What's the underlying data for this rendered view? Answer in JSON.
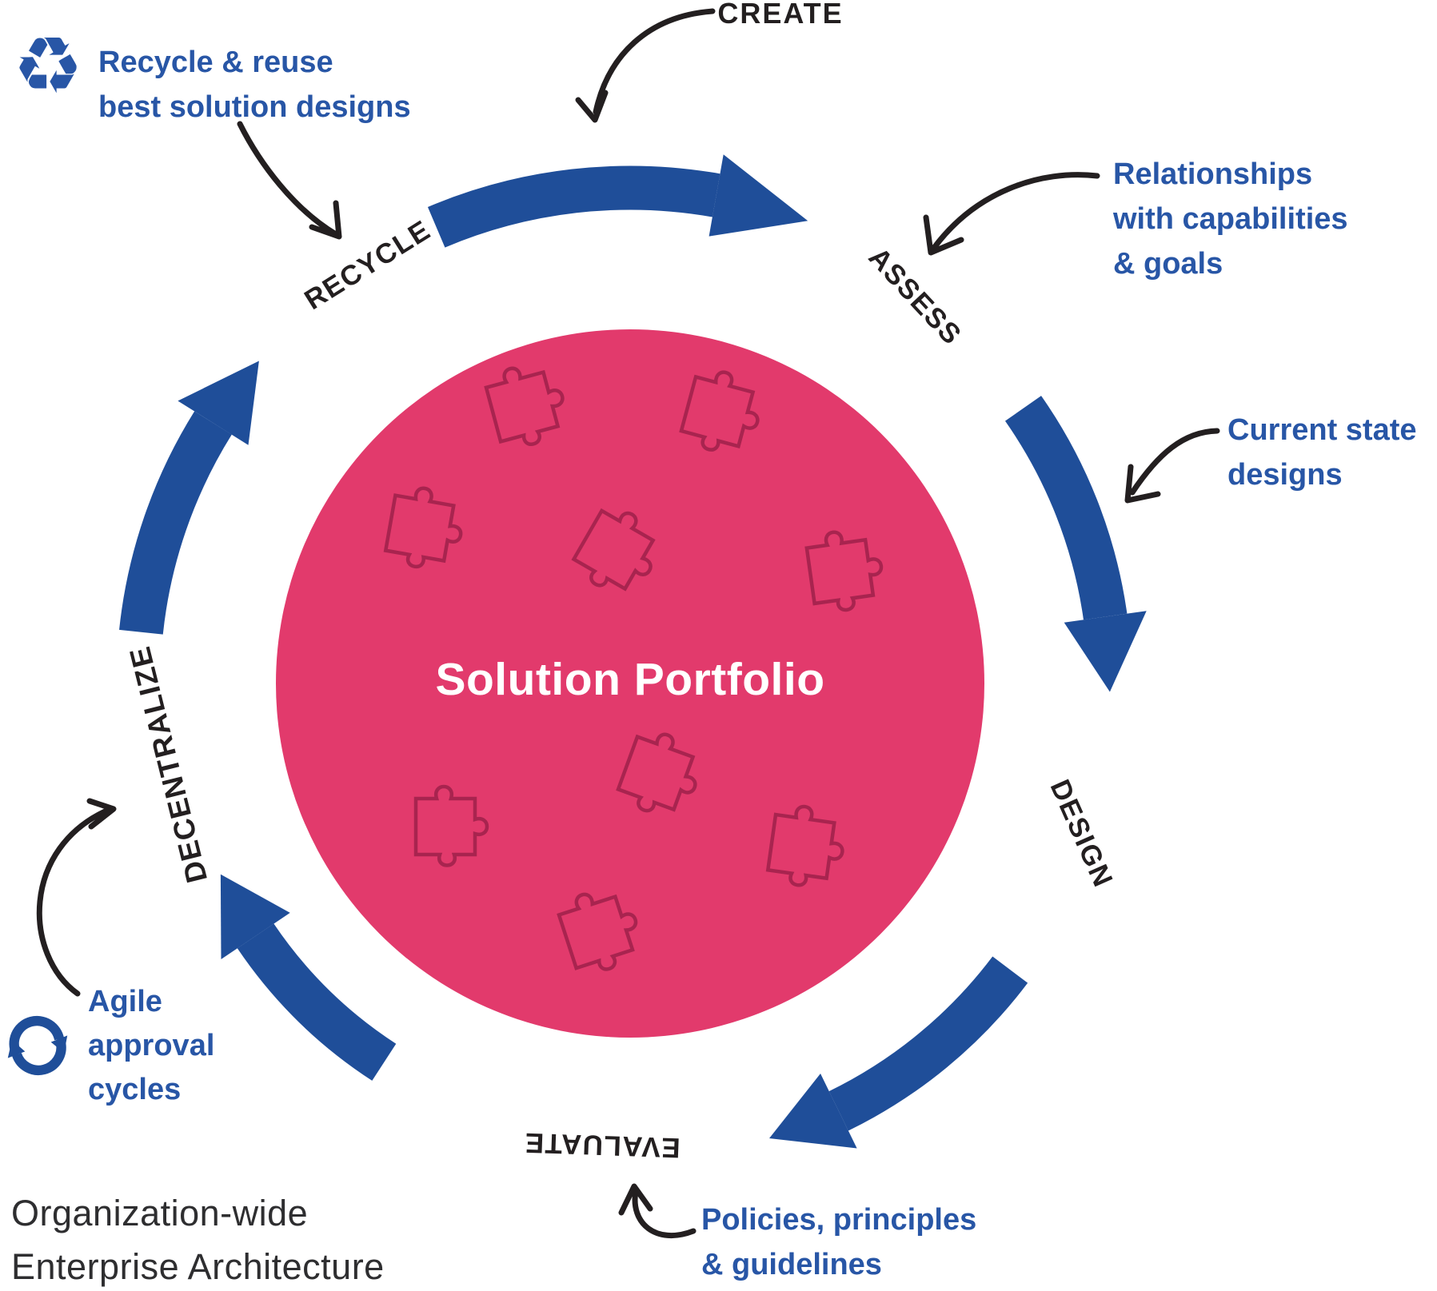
{
  "colors": {
    "background": "#ffffff",
    "circle_pink": "#e23a6c",
    "puzzle_outline": "#a8244f",
    "arrow_blue": "#1f4e99",
    "note_blue": "#2856a6",
    "label_black": "#231f20",
    "footer_text": "#2e2e30",
    "center_text": "#ffffff"
  },
  "center": {
    "label": "Solution Portfolio"
  },
  "stages": {
    "create": "CREATE",
    "recycle": "RECYCLE",
    "assess": "ASSESS",
    "design": "DESIGN",
    "evaluate": "EVALUATE",
    "decentralize": "DECENTRALIZE"
  },
  "notes": {
    "recycle_reuse": {
      "line1": "Recycle & reuse",
      "line2": "best solution designs"
    },
    "relationships": {
      "line1": "Relationships",
      "line2": "with capabilities",
      "line3": "& goals"
    },
    "current_state": {
      "line1": "Current state",
      "line2": "designs"
    },
    "policies": {
      "line1": "Policies, principles",
      "line2": "& guidelines"
    },
    "agile": {
      "line1": "Agile",
      "line2": "approval",
      "line3": "cycles"
    }
  },
  "footer": {
    "line1": "Organization-wide",
    "line2": "Enterprise Architecture"
  },
  "icons": {
    "recycle": {
      "name": "recycle-icon",
      "glyph": "♻"
    },
    "agile_cycle": {
      "name": "cycle-arrows-icon"
    }
  }
}
